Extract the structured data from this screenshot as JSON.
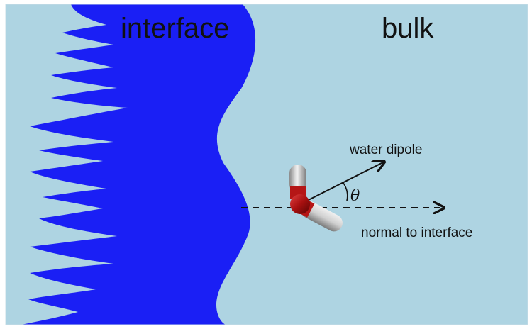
{
  "labels": {
    "interface": "interface",
    "bulk": "bulk",
    "water_dipole": "water dipole",
    "theta": "θ",
    "normal": "normal to interface"
  },
  "colors": {
    "bulk": "#aed4e2",
    "interface": "#1a1ff5",
    "oxygen": "#b01818",
    "hydrogen": "#cfcfcf",
    "ink": "#111111"
  }
}
